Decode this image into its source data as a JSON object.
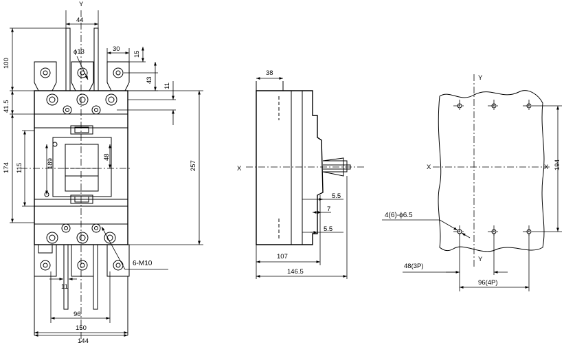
{
  "front_view": {
    "axis_top": "Y",
    "dims": {
      "width_terminals": "44",
      "hole_dia": "ϕ13",
      "terminal_pitch": "30",
      "terminal_tab": "15",
      "terminal_hole_offset": "43",
      "offset_11_top": "11",
      "height_100": "100",
      "height_41_5": "41.5",
      "height_174": "174",
      "height_115": "115",
      "height_189": "189",
      "handle_48": "48",
      "height_257": "257",
      "bottom_11": "11",
      "pitch_96": "96",
      "width_150": "150",
      "width_144": "144"
    },
    "callout": "6-M10"
  },
  "side_view": {
    "axis_left": "X",
    "dims": {
      "depth_38": "38",
      "gap_5_5_a": "5.5",
      "gap_7": "7",
      "gap_5_5_b": "5.5",
      "depth_107": "107",
      "depth_146_5": "146.5"
    }
  },
  "mounting_view": {
    "axis_top": "Y",
    "axis_bottom": "Y",
    "axis_left": "X",
    "axis_right": "X",
    "dims": {
      "hole_callout": "4(6)-ϕ6.5",
      "height_194": "194",
      "pitch_3p": "48(3P)",
      "pitch_4p": "96(4P)"
    }
  }
}
